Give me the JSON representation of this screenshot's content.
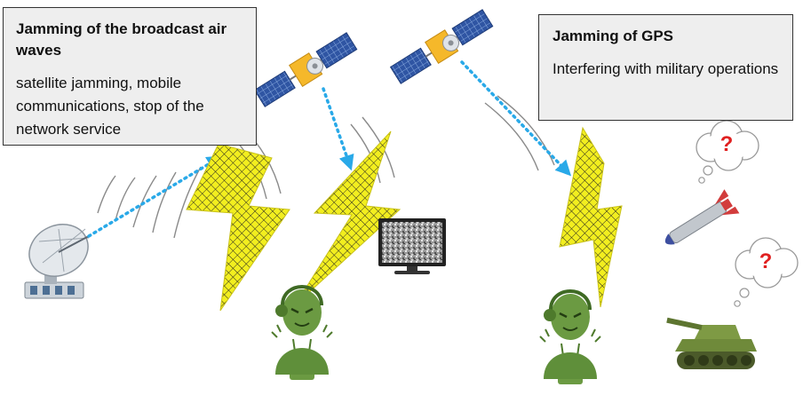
{
  "callouts": {
    "broadcast": {
      "title": "Jamming of the broadcast air waves",
      "body": "satellite jamming, mobile communications, stop of the network service"
    },
    "gps": {
      "title": "Jamming of GPS",
      "body": "Interfering with military operations"
    }
  },
  "thought_bubbles": {
    "missile_symbol": "?",
    "tank_symbol": "?"
  },
  "icons": [
    "satellite-dish-icon",
    "satellite-icon",
    "lightning-bolt-icon",
    "jammer-person-icon",
    "static-tv-icon",
    "missile-icon",
    "tank-icon",
    "thought-bubble-icon"
  ],
  "colors": {
    "lightning": "#f2ee1f",
    "lightning_grid": "#222222",
    "signal": "#29a9e8",
    "jammer": "#5f8f3a",
    "satellite_panel": "#2f55a3",
    "satellite_body": "#f5b82a",
    "question": "#e02020"
  }
}
